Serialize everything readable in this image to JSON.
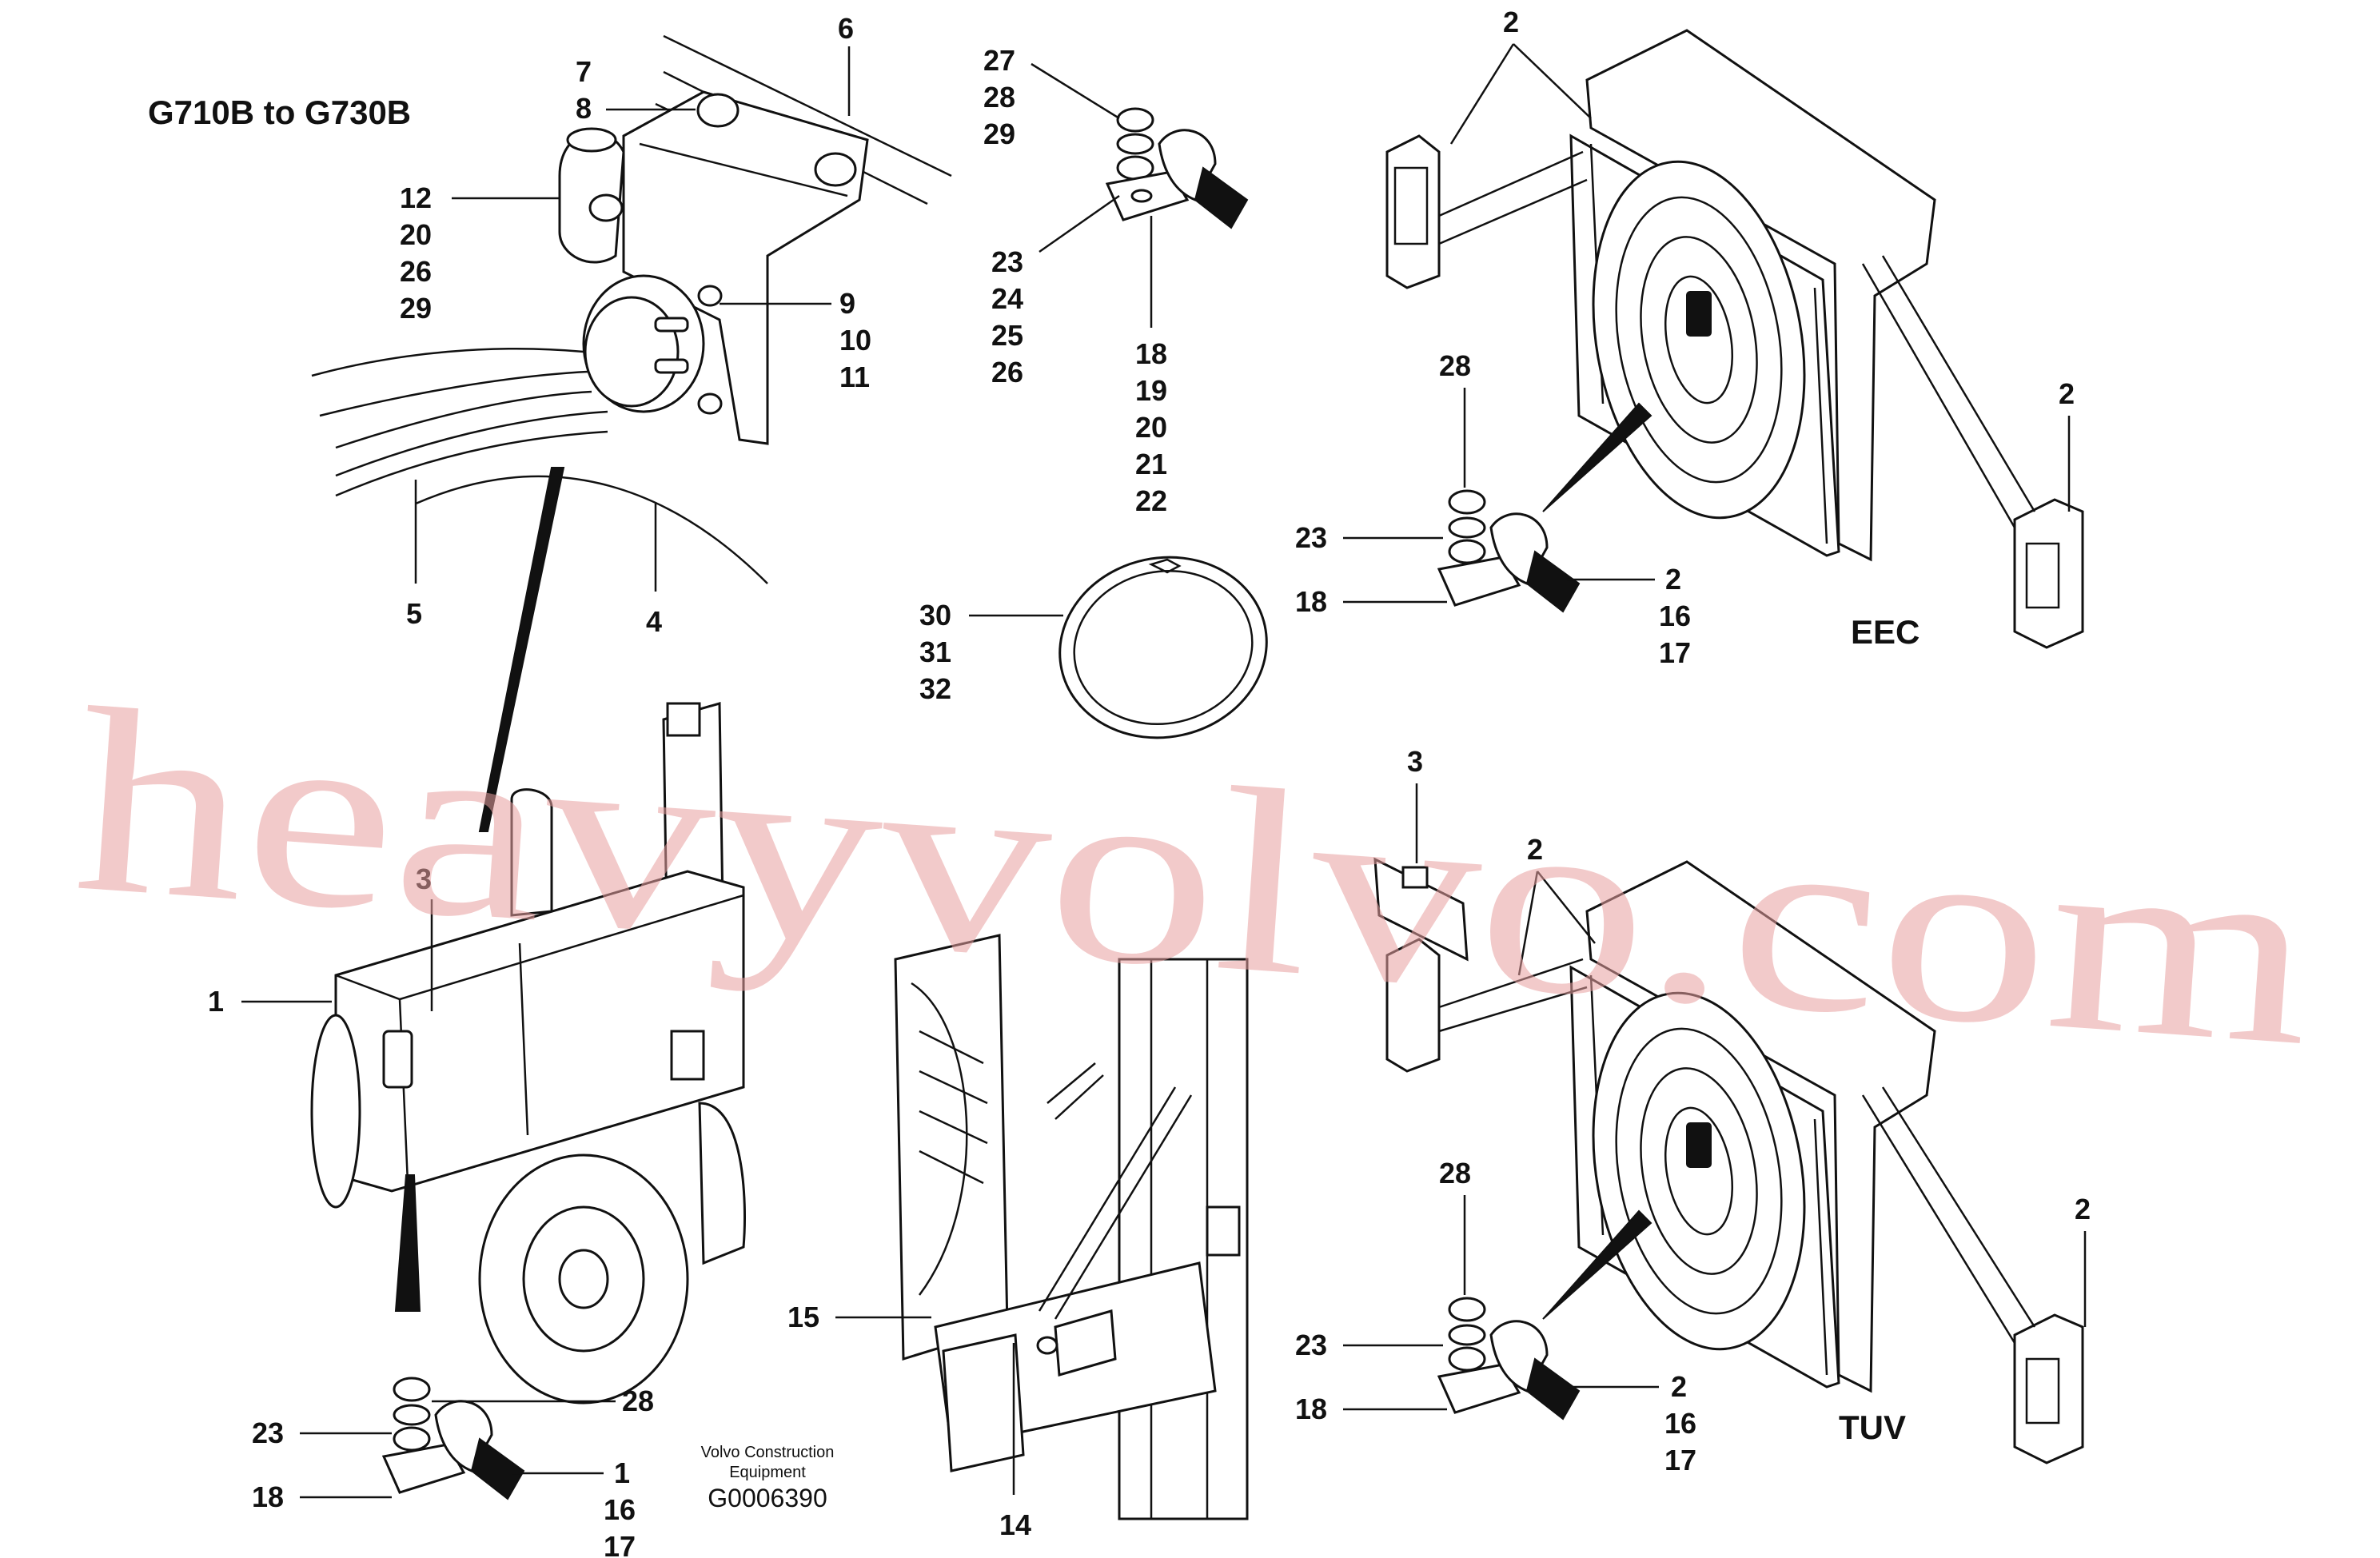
{
  "header": {
    "model_range": "G710B to G730B"
  },
  "views": {
    "eec": "EEC",
    "tuv": "TUV"
  },
  "credit": {
    "line1": "Volvo Construction",
    "line2": "Equipment",
    "drawing_id": "G0006390"
  },
  "watermark": "heavyvolvo.com",
  "callouts": {
    "socket": {
      "n6": "6",
      "n7": "7",
      "n8": "8",
      "n12": "12",
      "n20": "20",
      "n26": "26",
      "n29": "29",
      "n9": "9",
      "n10": "10",
      "n11": "11",
      "n5": "5",
      "n4": "4"
    },
    "clamp_top": {
      "n27": "27",
      "n28": "28",
      "n29": "29",
      "n23": "23",
      "n24": "24",
      "n25": "25",
      "n26": "26",
      "n18": "18",
      "n19": "19",
      "n20": "20",
      "n21": "21",
      "n22": "22"
    },
    "hose_clip": {
      "n30": "30",
      "n31": "31",
      "n32": "32"
    },
    "eec": {
      "n2a": "2",
      "n28": "28",
      "n23": "23",
      "n18": "18",
      "n2b": "2",
      "n16": "16",
      "n17": "17",
      "n2c": "2"
    },
    "tuv": {
      "n3": "3",
      "n2a": "2",
      "n28": "28",
      "n23": "23",
      "n18": "18",
      "n2b": "2",
      "n16": "16",
      "n17": "17",
      "n2c": "2"
    },
    "machine": {
      "n3": "3",
      "n1": "1"
    },
    "clamp_bottom": {
      "n28": "28",
      "n23": "23",
      "n18": "18",
      "n1": "1",
      "n16": "16",
      "n17": "17"
    },
    "mount": {
      "n15": "15",
      "n14": "14"
    }
  }
}
